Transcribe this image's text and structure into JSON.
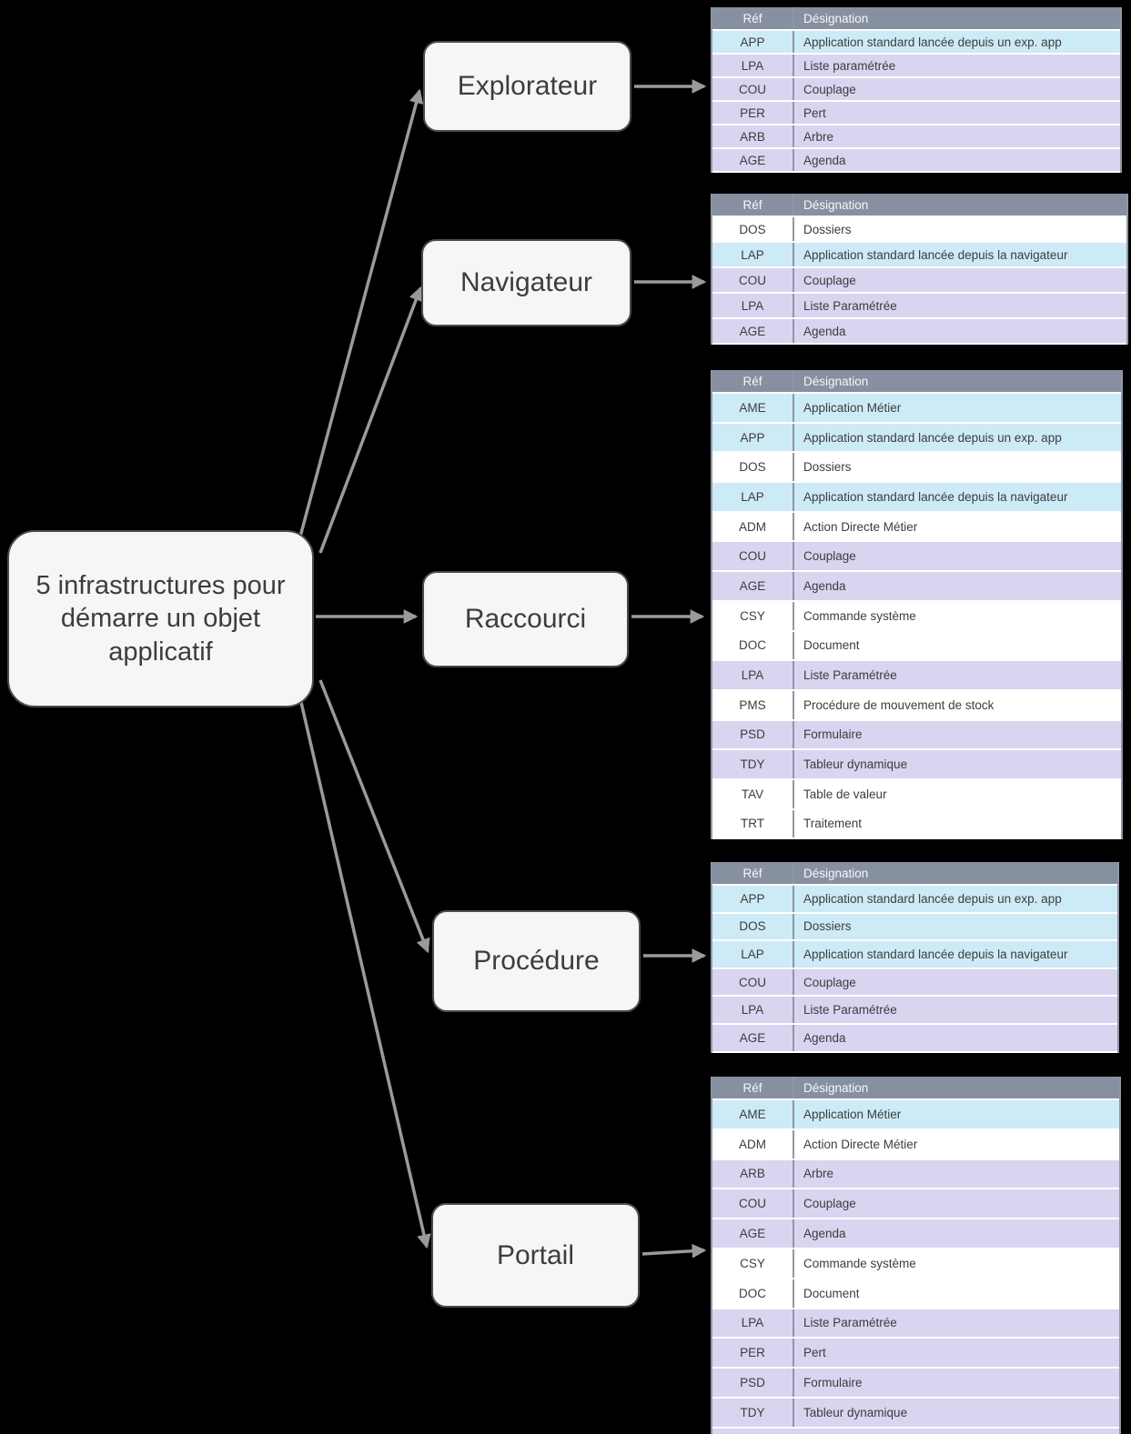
{
  "colors": {
    "background": "#000000",
    "node_fill": "#f6f6f6",
    "node_border": "#4b4b4b",
    "arrow": "#9a9a9a",
    "header_bg": "#8790a0",
    "row_blue": "#cdeaf7",
    "row_purple": "#d9d4f0",
    "row_white": "#ffffff"
  },
  "diagram": {
    "root": {
      "label": "5 infrastructures pour démarre un objet applicatif"
    },
    "nodes": [
      {
        "id": "explorateur",
        "label": "Explorateur"
      },
      {
        "id": "navigateur",
        "label": "Navigateur"
      },
      {
        "id": "raccourci",
        "label": "Raccourci"
      },
      {
        "id": "procedure",
        "label": "Procédure"
      },
      {
        "id": "portail",
        "label": "Portail"
      }
    ]
  },
  "tables": [
    {
      "node": "explorateur",
      "headers": [
        "Réf",
        "Désignation"
      ],
      "rows": [
        [
          "APP",
          "Application standard lancée depuis un exp. app",
          "blue"
        ],
        [
          "LPA",
          "Liste paramétrée",
          "purple"
        ],
        [
          "COU",
          "Couplage",
          "purple"
        ],
        [
          "PER",
          "Pert",
          "purple"
        ],
        [
          "ARB",
          "Arbre",
          "purple"
        ],
        [
          "AGE",
          "Agenda",
          "purple"
        ]
      ]
    },
    {
      "node": "navigateur",
      "headers": [
        "Réf",
        "Désignation"
      ],
      "rows": [
        [
          "DOS",
          "Dossiers",
          "white"
        ],
        [
          "LAP",
          "Application standard lancée depuis la navigateur",
          "blue"
        ],
        [
          "COU",
          "Couplage",
          "purple"
        ],
        [
          "LPA",
          "Liste Paramétrée",
          "purple"
        ],
        [
          "AGE",
          "Agenda",
          "purple"
        ]
      ]
    },
    {
      "node": "raccourci",
      "headers": [
        "Réf",
        "Désignation"
      ],
      "rows": [
        [
          "AME",
          "Application Métier",
          "blue"
        ],
        [
          "APP",
          "Application standard lancée depuis un exp. app",
          "blue"
        ],
        [
          "DOS",
          "Dossiers",
          "white"
        ],
        [
          "LAP",
          "Application standard lancée depuis la navigateur",
          "blue"
        ],
        [
          "ADM",
          "Action Directe Métier",
          "white"
        ],
        [
          "COU",
          "Couplage",
          "purple"
        ],
        [
          "AGE",
          "Agenda",
          "purple"
        ],
        [
          "CSY",
          "Commande système",
          "white"
        ],
        [
          "DOC",
          "Document",
          "white"
        ],
        [
          "LPA",
          "Liste Paramétrée",
          "purple"
        ],
        [
          "PMS",
          "Procédure de mouvement de stock",
          "white"
        ],
        [
          "PSD",
          "Formulaire",
          "purple"
        ],
        [
          "TDY",
          "Tableur dynamique",
          "purple"
        ],
        [
          "TAV",
          "Table de valeur",
          "white"
        ],
        [
          "TRT",
          "Traitement",
          "white"
        ]
      ]
    },
    {
      "node": "procedure",
      "headers": [
        "Réf",
        "Désignation"
      ],
      "rows": [
        [
          "APP",
          "Application standard lancée depuis un exp. app",
          "blue"
        ],
        [
          "DOS",
          "Dossiers",
          "blue"
        ],
        [
          "LAP",
          "Application standard lancée depuis la navigateur",
          "blue"
        ],
        [
          "COU",
          "Couplage",
          "purple"
        ],
        [
          "LPA",
          "Liste Paramétrée",
          "purple"
        ],
        [
          "AGE",
          "Agenda",
          "purple"
        ]
      ]
    },
    {
      "node": "portail",
      "headers": [
        "Réf",
        "Désignation"
      ],
      "rows": [
        [
          "AME",
          "Application Métier",
          "blue"
        ],
        [
          "ADM",
          "Action Directe Métier",
          "white"
        ],
        [
          "ARB",
          "Arbre",
          "purple"
        ],
        [
          "COU",
          "Couplage",
          "purple"
        ],
        [
          "AGE",
          "Agenda",
          "purple"
        ],
        [
          "CSY",
          "Commande système",
          "white"
        ],
        [
          "DOC",
          "Document",
          "white"
        ],
        [
          "LPA",
          "Liste Paramétrée",
          "purple"
        ],
        [
          "PER",
          "Pert",
          "purple"
        ],
        [
          "PSD",
          "Formulaire",
          "purple"
        ],
        [
          "TDY",
          "Tableur dynamique",
          "purple"
        ]
      ]
    }
  ]
}
